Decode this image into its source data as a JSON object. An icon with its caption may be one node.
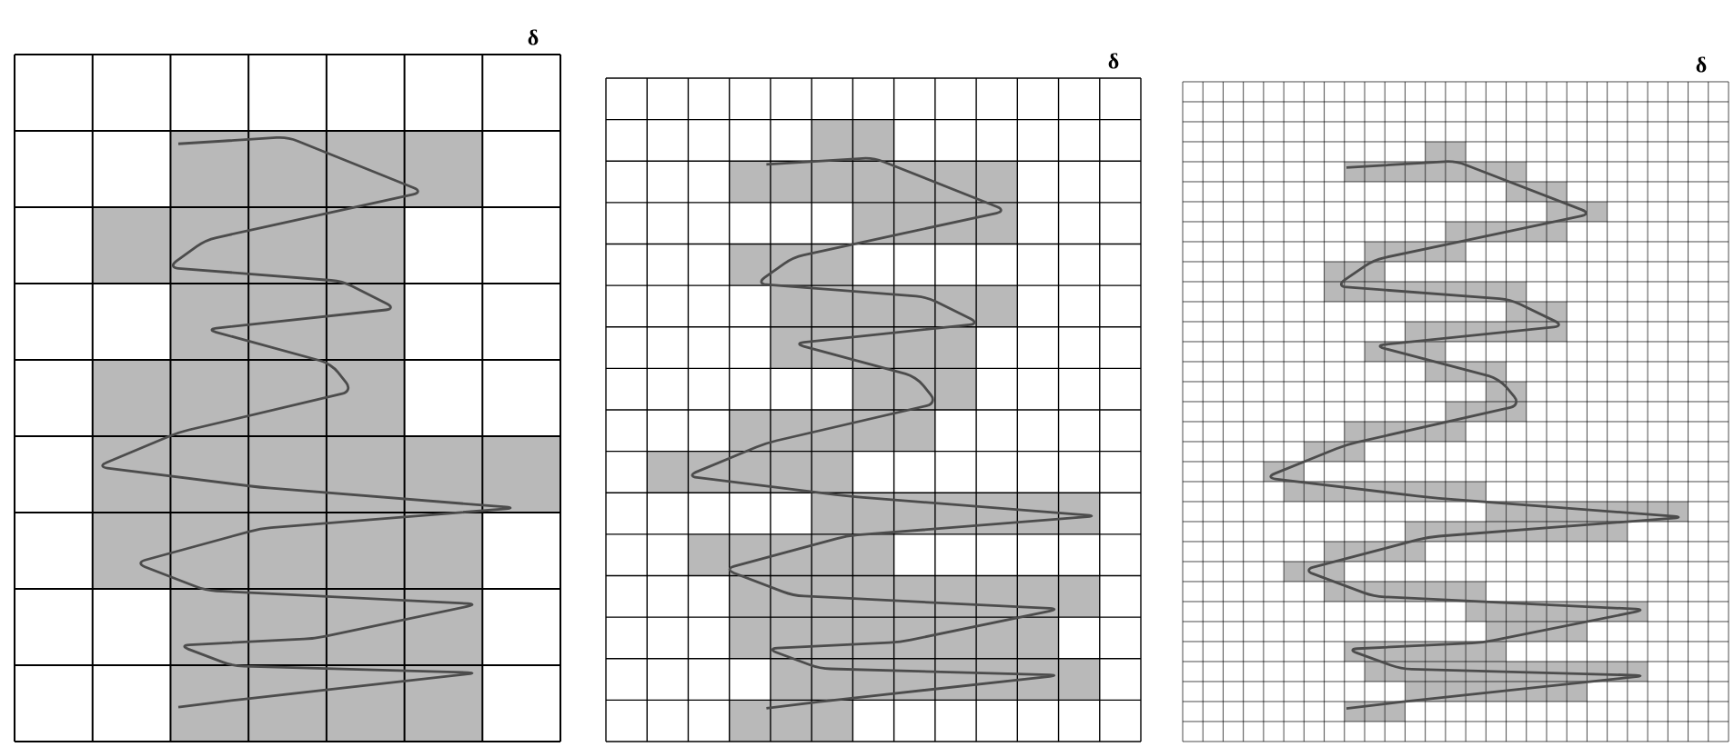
{
  "diagram": {
    "labels": [
      "δ",
      "δ",
      "δ"
    ]
  }
}
